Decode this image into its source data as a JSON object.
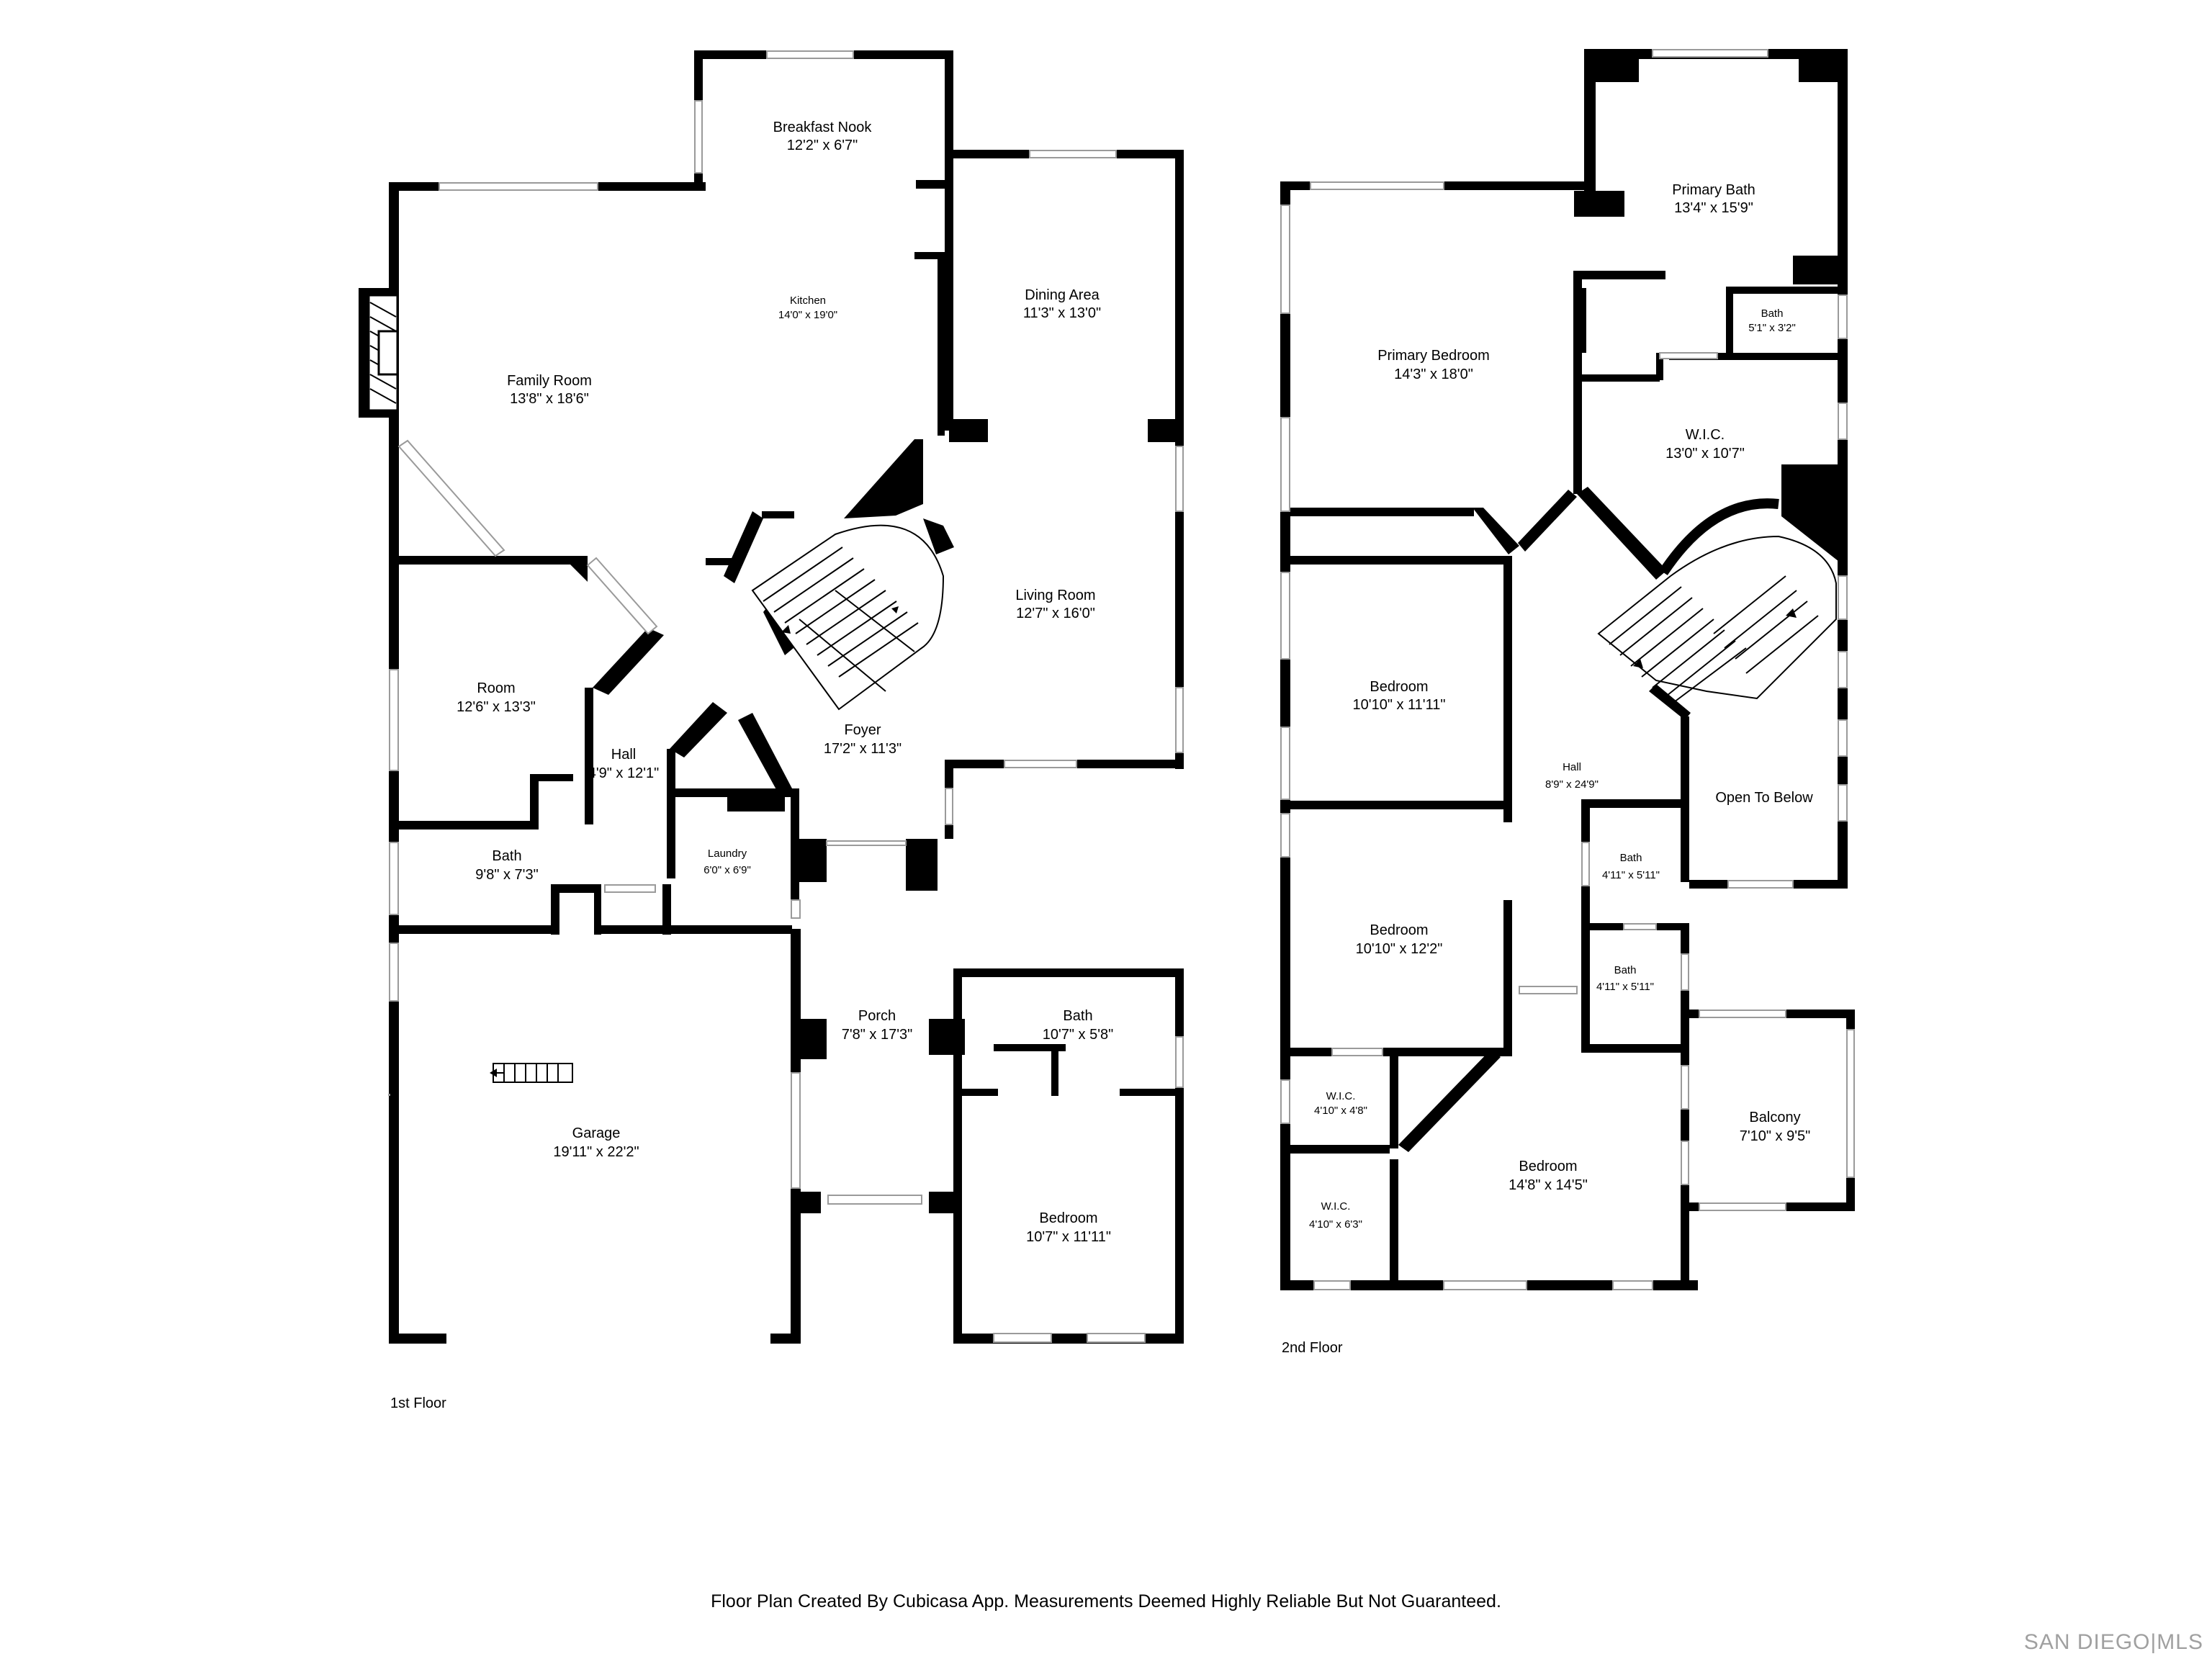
{
  "first_floor": {
    "label": "1st Floor",
    "rooms": [
      {
        "name": "Breakfast Nook",
        "dims": "12'2\" x 6'7\""
      },
      {
        "name": "Kitchen",
        "dims": "14'0\" x 19'0\""
      },
      {
        "name": "Dining Area",
        "dims": "11'3\" x 13'0\""
      },
      {
        "name": "Family Room",
        "dims": "13'8\" x 18'6\""
      },
      {
        "name": "Living Room",
        "dims": "12'7\" x 16'0\""
      },
      {
        "name": "Room",
        "dims": "12'6\" x 13'3\""
      },
      {
        "name": "Hall",
        "dims": "4'9\" x 12'1\""
      },
      {
        "name": "Foyer",
        "dims": "17'2\" x 11'3\""
      },
      {
        "name": "Bath",
        "dims": "9'8\" x 7'3\""
      },
      {
        "name": "Laundry",
        "dims": "6'0\" x 6'9\""
      },
      {
        "name": "Porch",
        "dims": "7'8\" x 17'3\""
      },
      {
        "name": "Bath",
        "dims": "10'7\" x 5'8\""
      },
      {
        "name": "Garage",
        "dims": "19'11\" x 22'2\""
      },
      {
        "name": "Bedroom",
        "dims": "10'7\" x 11'11\""
      }
    ]
  },
  "second_floor": {
    "label": "2nd Floor",
    "rooms": [
      {
        "name": "Primary Bath",
        "dims": "13'4\" x 15'9\""
      },
      {
        "name": "Bath",
        "dims": "5'1\" x 3'2\""
      },
      {
        "name": "Primary Bedroom",
        "dims": "14'3\" x 18'0\""
      },
      {
        "name": "W.I.C.",
        "dims": "13'0\" x 10'7\""
      },
      {
        "name": "Bedroom",
        "dims": "10'10\" x 11'11\""
      },
      {
        "name": "Hall",
        "dims": "8'9\" x 24'9\""
      },
      {
        "name": "Open To Below",
        "dims": ""
      },
      {
        "name": "Bath",
        "dims": "4'11\" x 5'11\""
      },
      {
        "name": "Bedroom",
        "dims": "10'10\" x 12'2\""
      },
      {
        "name": "Bath",
        "dims": "4'11\" x 5'11\""
      },
      {
        "name": "W.I.C.",
        "dims": "4'10\" x 4'8\""
      },
      {
        "name": "Balcony",
        "dims": "7'10\" x 9'5\""
      },
      {
        "name": "Bedroom",
        "dims": "14'8\" x 14'5\""
      },
      {
        "name": "W.I.C.",
        "dims": "4'10\" x 6'3\""
      }
    ]
  },
  "footer": "Floor Plan Created By Cubicasa App. Measurements Deemed Highly Reliable But Not Guaranteed.",
  "watermark": "SAN DIEGO|MLS",
  "colors": {
    "wall": "#000000",
    "window": "#9a9a9a",
    "background": "#ffffff",
    "watermark": "#a0a0a0"
  }
}
